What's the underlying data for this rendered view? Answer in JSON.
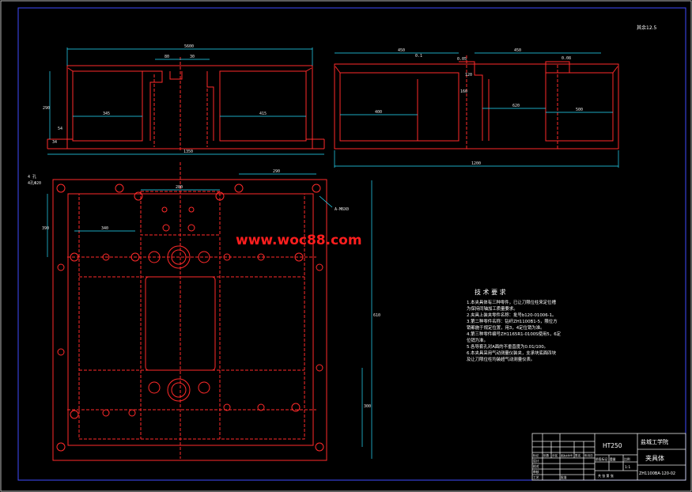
{
  "watermark": {
    "text": "www.woc88.com",
    "color": "#ff1e1e"
  },
  "roughness_note": "其余12.5",
  "technical_requirements": {
    "title": "技 术 要 求",
    "lines": [
      "1.本夹具体有三种零件，已让刀限位柱来定位槽",
      "为保持同轴加工质量要求。",
      "2.夹具上装夹零件名称：批号b120-01006-1。",
      "3.第二种零件名称：钻纤ZH1100B1-5，限位方",
      "销都施于规定位置，用3，4定位销为准。",
      "4.第三种零件编号ZH1165R1-0100S使用5，6定",
      "位销为准。",
      "5.各导套孔对A面的不垂直度为0.01/100。",
      "6.本夹具采用气动测量仪装夹，支承块底面四块",
      "及让刀限位柱均装超气动测量仪表。"
    ]
  },
  "dimensions": {
    "top_left": [
      "5600",
      "80",
      "30",
      "290",
      "345",
      "415",
      "54",
      "34",
      "1350"
    ],
    "top_right": [
      "450",
      "0.1",
      "0.05",
      "450",
      "120",
      "0.08",
      "160",
      "400",
      "620",
      "500",
      "1200"
    ],
    "plan": [
      "4 孔",
      "4孔Φ20",
      "280",
      "290",
      "390",
      "610",
      "340",
      "300",
      "A-M6X0"
    ]
  },
  "title_block": {
    "material": "HT250",
    "school": "盐城工学院",
    "part_name": "夹具体",
    "drawing_no": "ZH1100BA·120-02",
    "scale": "1:1",
    "sheet_info": "共 张 第 张",
    "left_headers": [
      "标记",
      "处数",
      "分区",
      "更改文件号",
      "签名",
      "年月日"
    ],
    "left_rows": [
      "设计",
      "校对",
      "审核",
      "工艺",
      "批准"
    ],
    "mid_headers": [
      "阶段标记",
      "重量",
      "比例"
    ]
  },
  "colors": {
    "background": "#000000",
    "border": "#3f4bff",
    "geometry": "#ff2a2a",
    "centerlines": "#ff2a2a",
    "dimension_lines": "#27e0ff",
    "text": "#ffffff"
  }
}
